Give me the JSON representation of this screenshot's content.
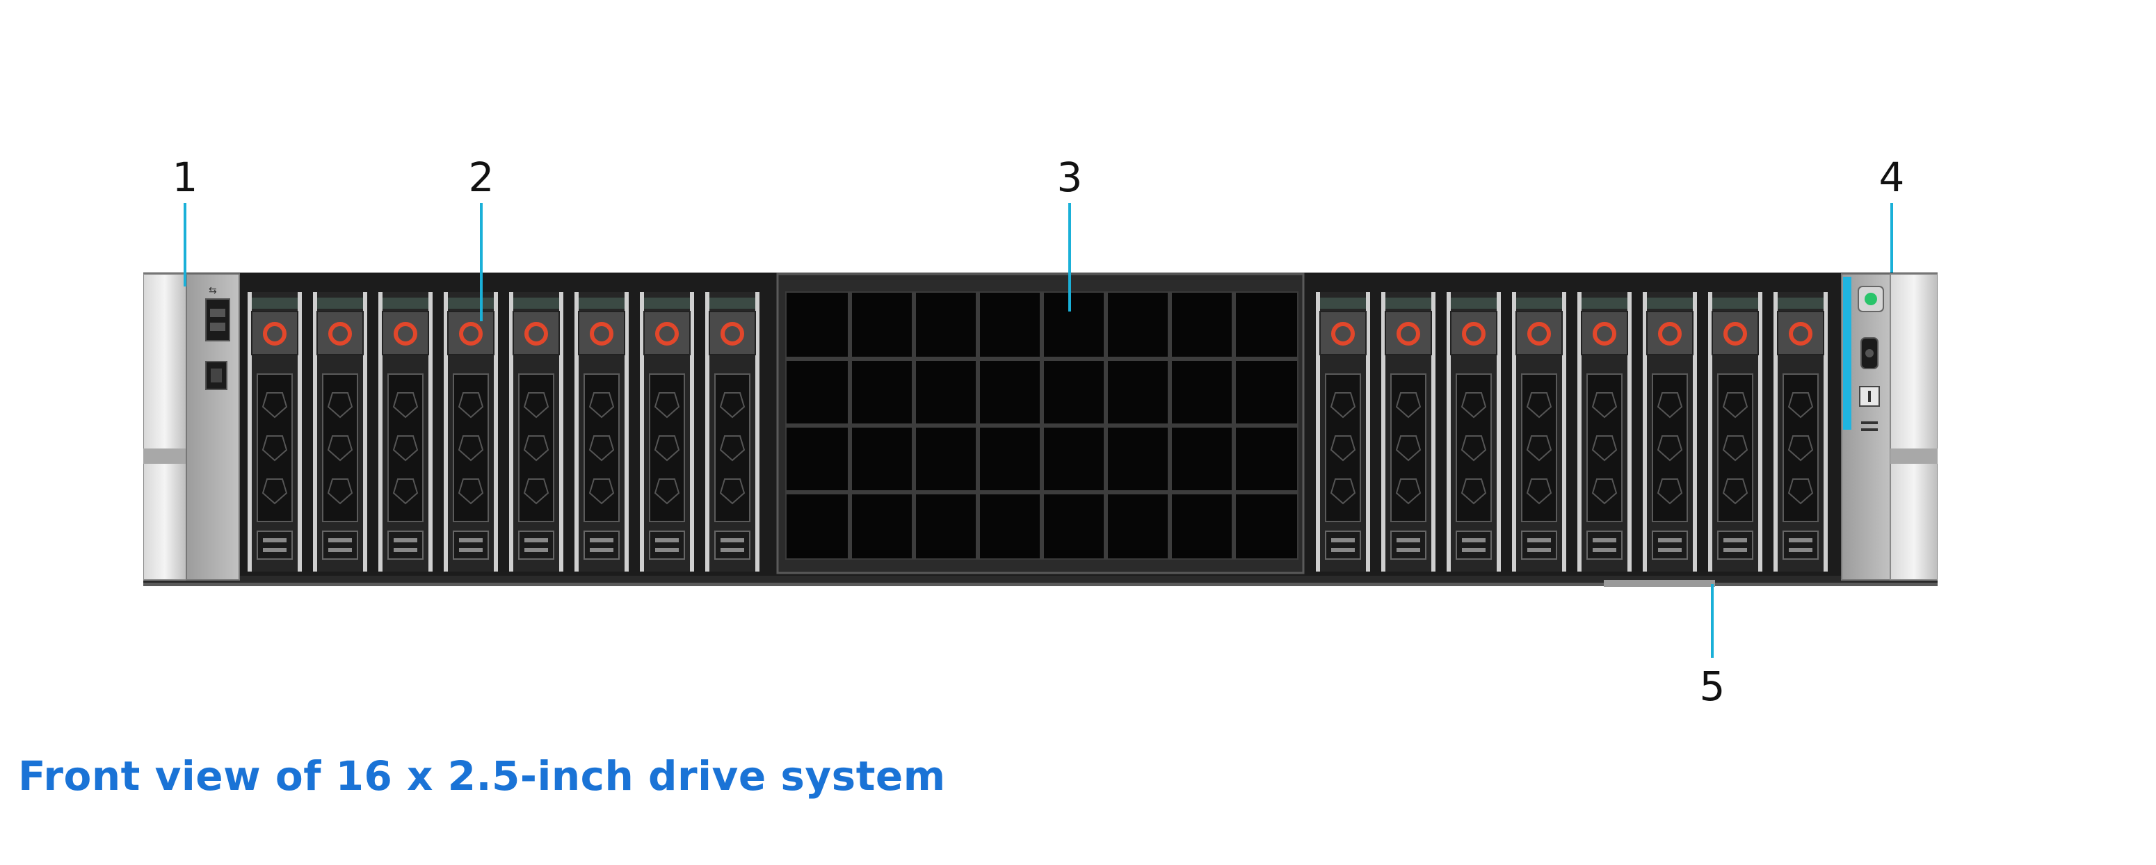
{
  "callouts": [
    {
      "label": "1"
    },
    {
      "label": "2"
    },
    {
      "label": "3"
    },
    {
      "label": "4"
    },
    {
      "label": "5"
    }
  ],
  "caption": "Front view of 16 x 2.5-inch drive system",
  "colors": {
    "accent": "#1ab0d8",
    "caption": "#1a73d6",
    "drive_release": "#e2472b",
    "status_led": "#29c46a"
  },
  "drives": {
    "left_bay_count": 8,
    "right_bay_count": 8
  },
  "icons": [
    "usb-icon",
    "idrac-direct-icon",
    "system-id-icon",
    "power-button-icon",
    "info-tag-icon"
  ]
}
